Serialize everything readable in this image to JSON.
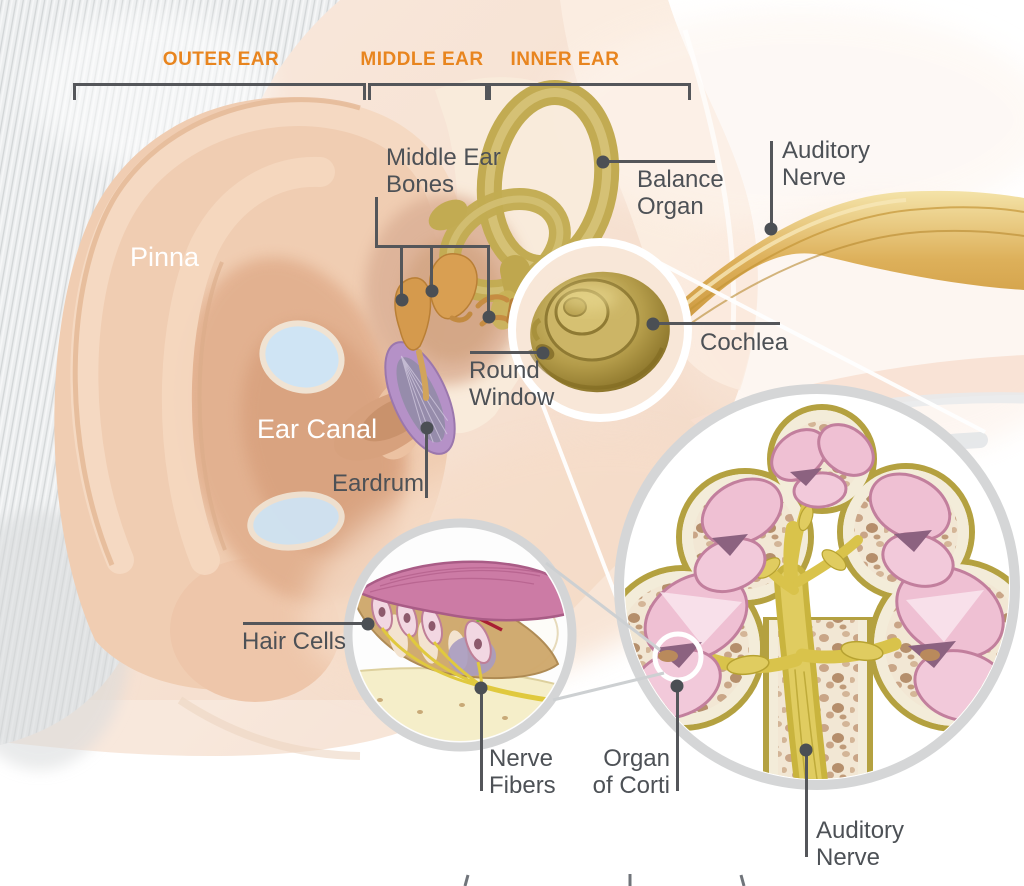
{
  "sections": {
    "outer_ear": {
      "label": "OUTER EAR"
    },
    "middle_ear": {
      "label": "MIDDLE EAR"
    },
    "inner_ear": {
      "label": "INNER EAR"
    }
  },
  "labels": {
    "pinna": {
      "text": "Pinna"
    },
    "ear_canal": {
      "text": "Ear Canal"
    },
    "eardrum": {
      "text": "Eardrum"
    },
    "middle_ear_bones": {
      "text": "Middle Ear\nBones"
    },
    "round_window": {
      "text": "Round\nWindow"
    },
    "balance_organ": {
      "text": "Balance\nOrgan"
    },
    "cochlea": {
      "text": "Cochlea"
    },
    "auditory_nerve": {
      "text": "Auditory\nNerve"
    },
    "hair_cells": {
      "text": "Hair Cells"
    },
    "nerve_fibers": {
      "text": "Nerve\nFibers"
    },
    "organ_of_corti": {
      "text": "Organ\nof Corti"
    },
    "auditory_nerve_inset": {
      "text": "Auditory\nNerve"
    }
  },
  "colors": {
    "accent_orange": "#E8851F",
    "label_gray": "#4D5156",
    "pointer_gray": "#54565A",
    "label_white": "#FFFFFF",
    "skin": "#F4DCC9",
    "bone_gold": "#C2AB52",
    "ossicle_orange": "#D59A4D",
    "eardrum_purple": "#B591C7",
    "nerve_yellow": "#D9C34B",
    "inset_pink": "#EFC0D3",
    "inset_ring_gray": "#D5D6D7"
  }
}
